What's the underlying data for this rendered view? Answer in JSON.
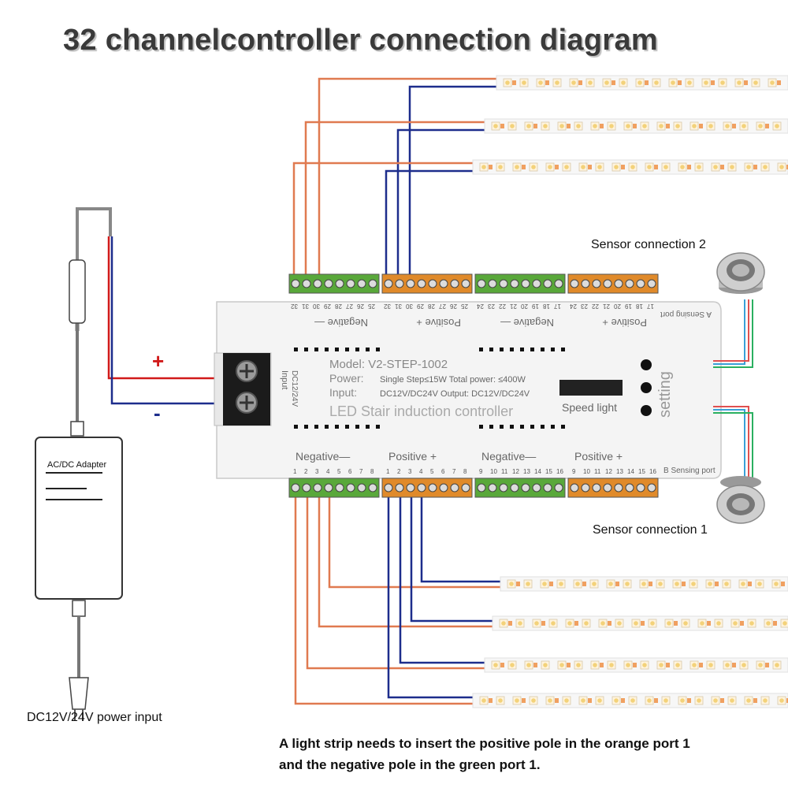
{
  "title": "32 channelcontroller connection diagram",
  "adapter": {
    "label": "AC/DC Adapter"
  },
  "power_input_label": "DC12V/24V power input",
  "polarity": {
    "plus": "+",
    "minus": "-"
  },
  "terminal": {
    "label": "Input",
    "voltage": "DC12/24V"
  },
  "controller": {
    "model": "Model: V2-STEP-1002",
    "power_label": "Power:",
    "power_value": "Single Step≤15W Total power: ≤400W",
    "input_label": "Input:",
    "input_value": "DC12V/DC24V Output: DC12V/DC24V",
    "product_name": "LED Stair induction controller",
    "speed_light": "Speed light",
    "setting": "setting",
    "top_groups": [
      {
        "label": "Negative —",
        "pins": [
          "32",
          "31",
          "30",
          "29",
          "28",
          "27",
          "26",
          "25"
        ]
      },
      {
        "label": "Positive +",
        "pins": [
          "32",
          "31",
          "30",
          "29",
          "28",
          "27",
          "26",
          "25"
        ]
      },
      {
        "label": "Negative —",
        "pins": [
          "24",
          "23",
          "22",
          "21",
          "20",
          "19",
          "18",
          "17"
        ]
      },
      {
        "label": "Positive +",
        "pins": [
          "24",
          "23",
          "22",
          "21",
          "20",
          "19",
          "18",
          "17"
        ]
      }
    ],
    "bottom_groups": [
      {
        "label": "Negative—",
        "pins": [
          "1",
          "2",
          "3",
          "4",
          "5",
          "6",
          "7",
          "8"
        ]
      },
      {
        "label": "Positive +",
        "pins": [
          "1",
          "2",
          "3",
          "4",
          "5",
          "6",
          "7",
          "8"
        ]
      },
      {
        "label": "Negative—",
        "pins": [
          "9",
          "10",
          "11",
          "12",
          "13",
          "14",
          "15",
          "16"
        ]
      },
      {
        "label": "Positive +",
        "pins": [
          "9",
          "10",
          "11",
          "12",
          "13",
          "14",
          "15",
          "16"
        ]
      }
    ],
    "a_sensing_port": "A Sensing port",
    "b_sensing_port": "B Sensing port"
  },
  "sensor_connection_2": "Sensor connection 2",
  "sensor_connection_1": "Sensor connection 1",
  "note_line1": "A light strip needs to insert the positive pole in the orange port 1",
  "note_line2": "and the negative pole in the green port 1.",
  "colors": {
    "positive_wire": "#e07a50",
    "negative_wire": "#1d2d8c",
    "power_positive": "#d11a1a",
    "green_terminal": "#59a83a",
    "orange_terminal": "#e08a2a",
    "led_warm": "#f0a060"
  }
}
